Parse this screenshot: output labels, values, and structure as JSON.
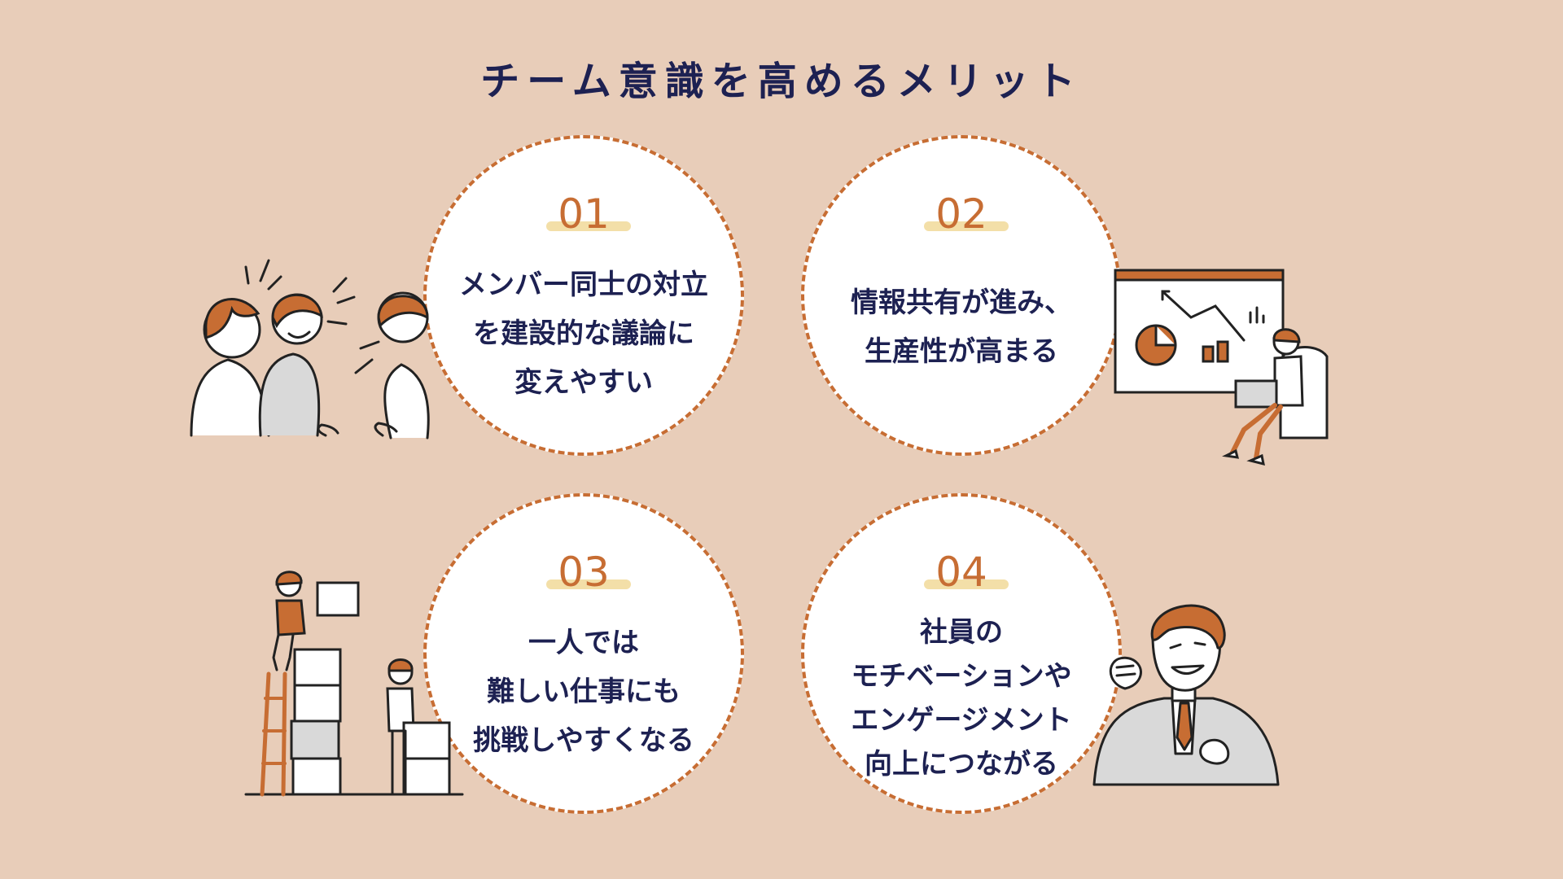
{
  "title": "チーム意識を高めるメリット",
  "colors": {
    "background": "#e8cdb9",
    "accent": "#c76d33",
    "navy": "#1d2152",
    "highlight": "#f2dc9f"
  },
  "benefits": [
    {
      "number": "01",
      "lines": [
        "メンバー同士の対立",
        "を建設的な議論に",
        "変えやすい"
      ],
      "illustration": "discussing-people-icon"
    },
    {
      "number": "02",
      "lines": [
        "情報共有が進み、",
        "生産性が高まる"
      ],
      "illustration": "presentation-chart-icon"
    },
    {
      "number": "03",
      "lines": [
        "一人では",
        "難しい仕事にも",
        "挑戦しやすくなる"
      ],
      "illustration": "stacking-boxes-icon"
    },
    {
      "number": "04",
      "lines": [
        "社員の",
        "モチベーションや",
        "エンゲージメント",
        "向上につながる"
      ],
      "illustration": "motivated-businessman-icon"
    }
  ]
}
